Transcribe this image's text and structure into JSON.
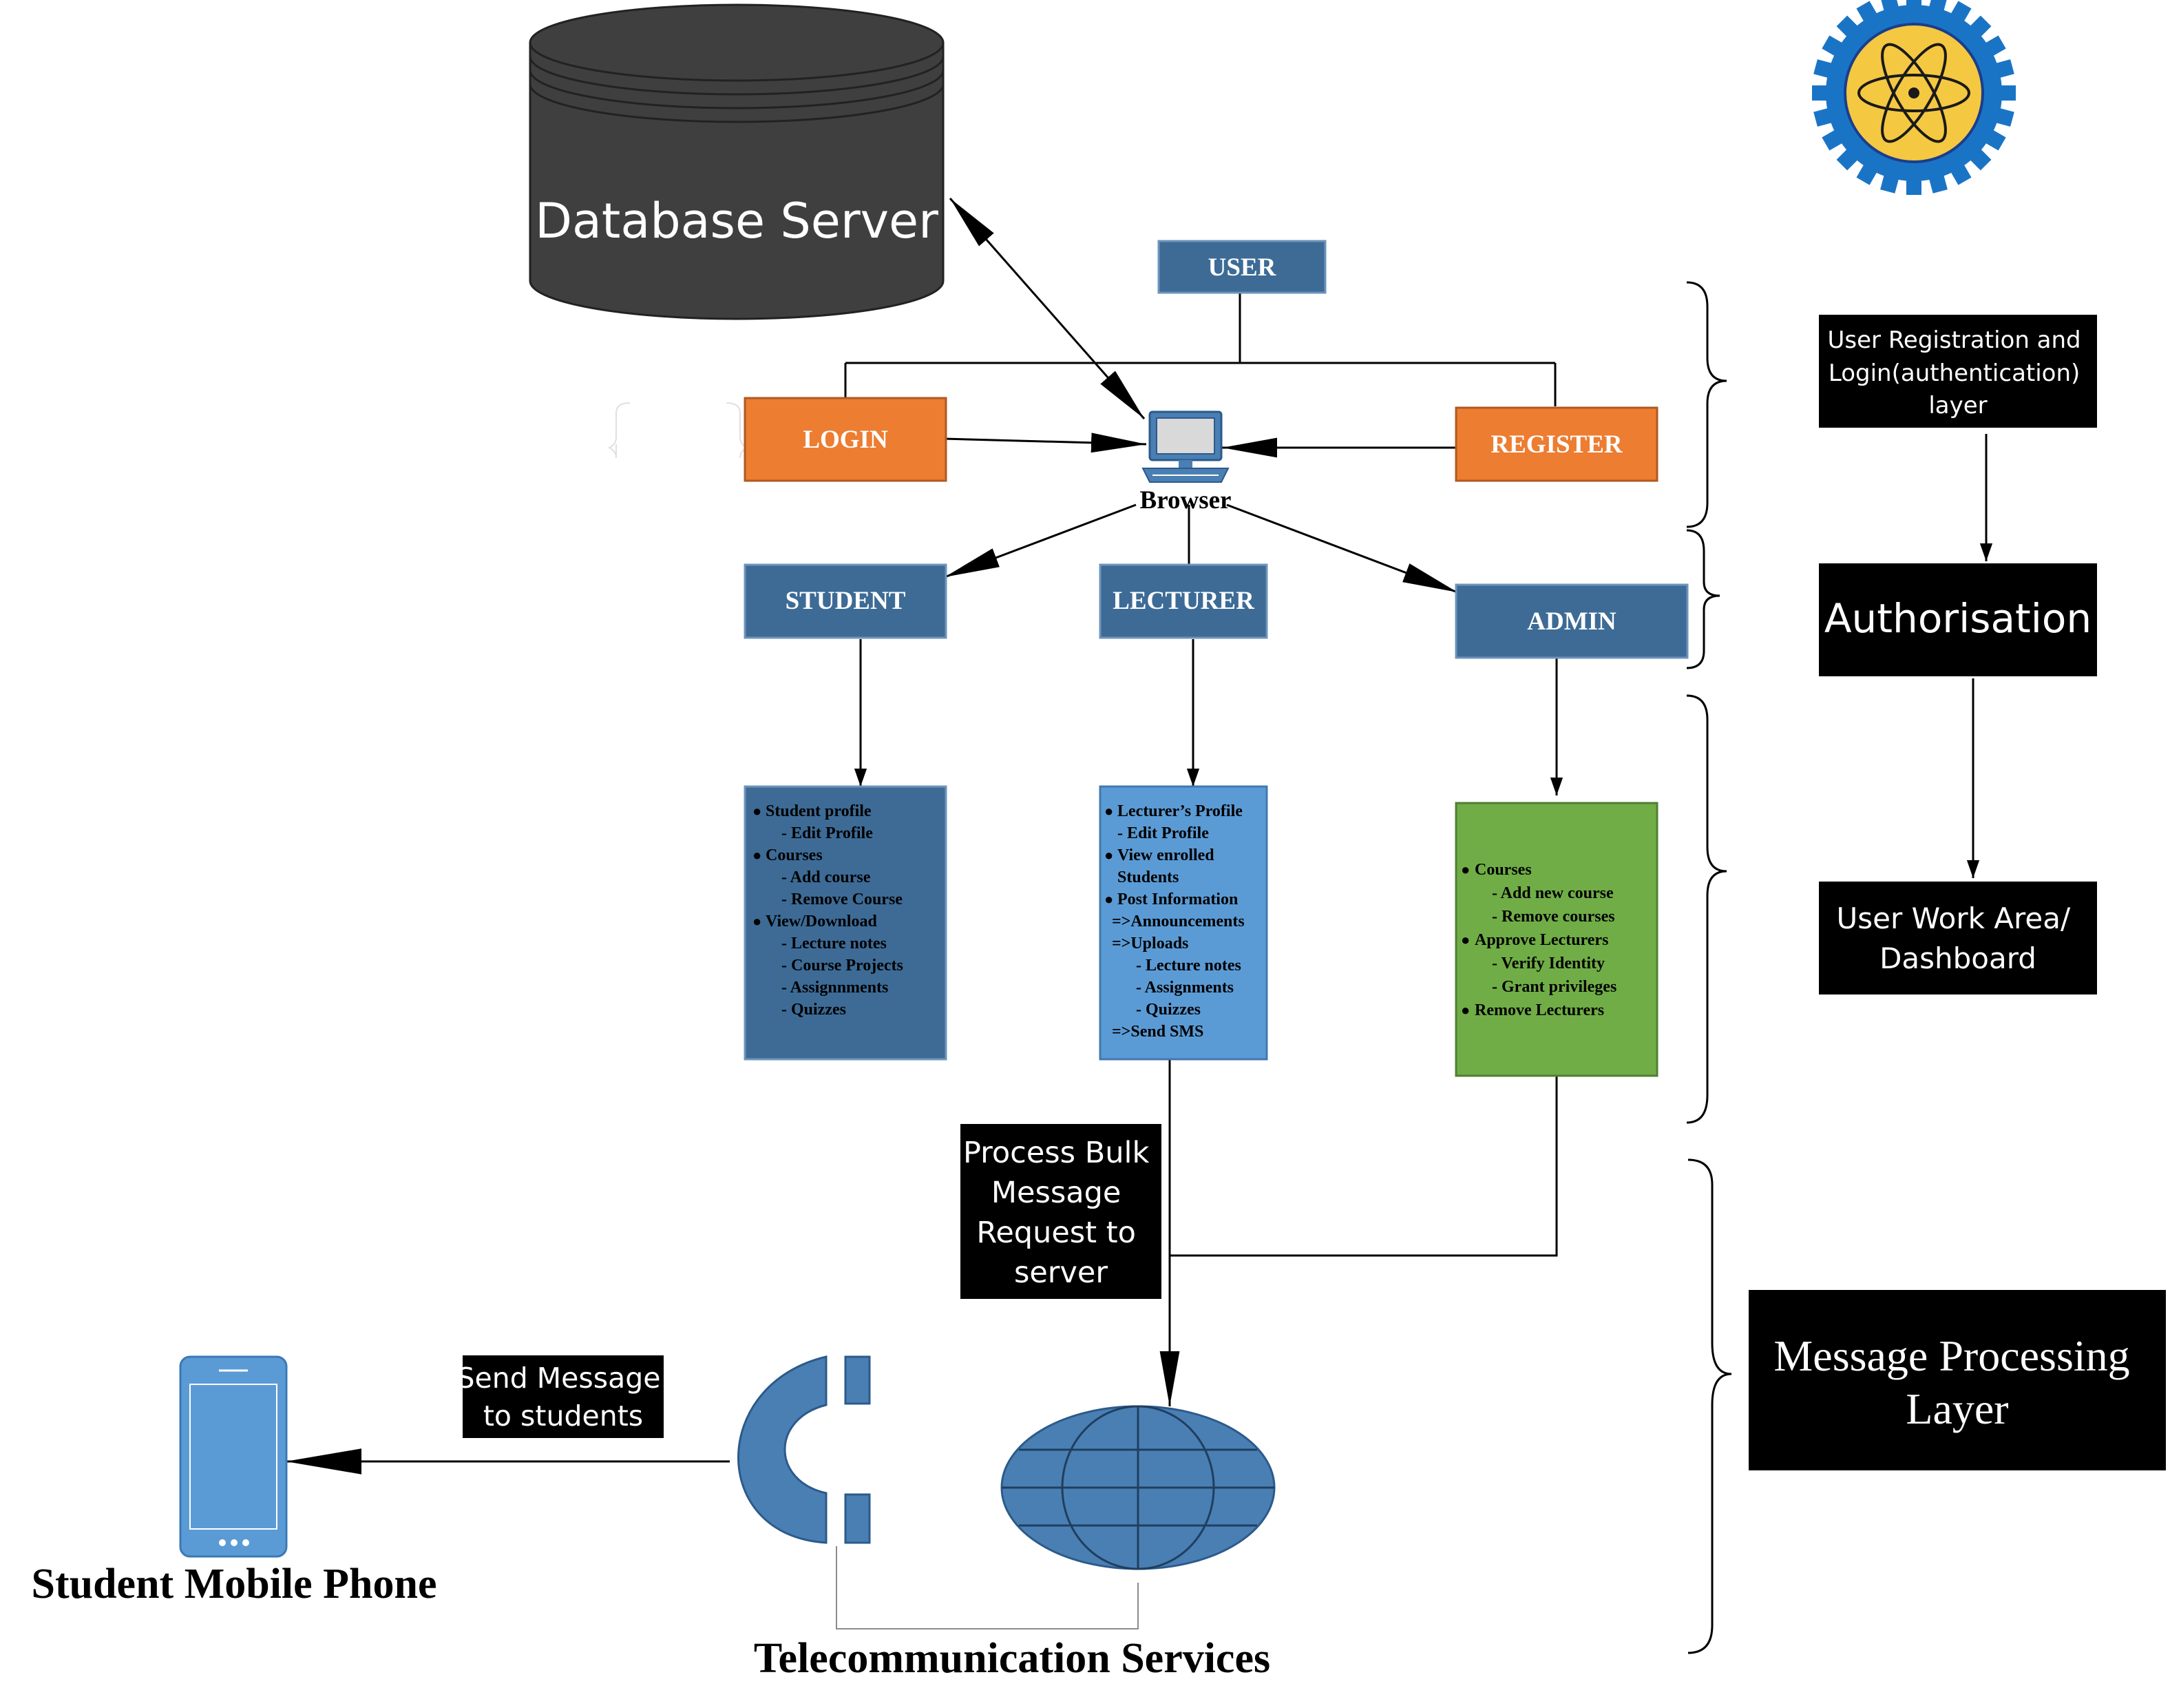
{
  "database": {
    "label": "Database Server"
  },
  "user": {
    "label": "USER"
  },
  "login": {
    "label": "LOGIN"
  },
  "register": {
    "label": "REGISTER"
  },
  "browser": {
    "label": "Browser"
  },
  "roles": {
    "student": "STUDENT",
    "lecturer": "LECTURER",
    "admin": "ADMIN"
  },
  "student_panel": {
    "lines": [
      "Student profile",
      "- Edit Profile",
      "Courses",
      "- Add course",
      "- Remove Course",
      "View/Download",
      "- Lecture notes",
      "- Course Projects",
      "- Assignnments",
      "- Quizzes"
    ]
  },
  "lecturer_panel": {
    "lines": [
      "Lecturer’s Profile",
      "- Edit Profile",
      "View enrolled",
      "Students",
      "Post Information",
      "=>Announcements",
      "=>Uploads",
      "- Lecture notes",
      "- Assignments",
      "- Quizzes",
      "=>Send SMS"
    ]
  },
  "admin_panel": {
    "lines": [
      "Courses",
      "- Add new course",
      "- Remove courses",
      "Approve Lecturers",
      "- Verify Identity",
      "- Grant privileges",
      "Remove Lecturers"
    ]
  },
  "bulk_message": {
    "lines": [
      "Process Bulk",
      "Message",
      "Request to",
      "server"
    ]
  },
  "send_message": {
    "lines": [
      "Send Message",
      "to students"
    ]
  },
  "mobile": {
    "label": "Student Mobile Phone"
  },
  "telecom": {
    "label": "Telecommunication Services"
  },
  "layers": {
    "auth": {
      "lines": [
        "User Registration and",
        "Login(authentication)",
        "layer"
      ]
    },
    "authorisation": {
      "label": "Authorisation"
    },
    "dashboard": {
      "lines": [
        "User Work Area/",
        "Dashboard"
      ]
    },
    "message": {
      "lines": [
        "Message Processing",
        "Layer"
      ]
    }
  },
  "colors": {
    "db": "#3f3f3f",
    "role_blue": "#3d6b96",
    "orange": "#ed7d31",
    "lecturer_blue": "#5b9bd5",
    "admin_green": "#70ad47",
    "phone_blue": "#5b9bd5",
    "telecom_blue": "#4a7fb4",
    "gear_blue": "#1a74c6",
    "gear_yellow": "#f5c842"
  },
  "icons": [
    "database-icon",
    "computer-icon",
    "telephone-icon",
    "globe-icon",
    "mobile-phone-icon",
    "atom-gear-logo"
  ]
}
